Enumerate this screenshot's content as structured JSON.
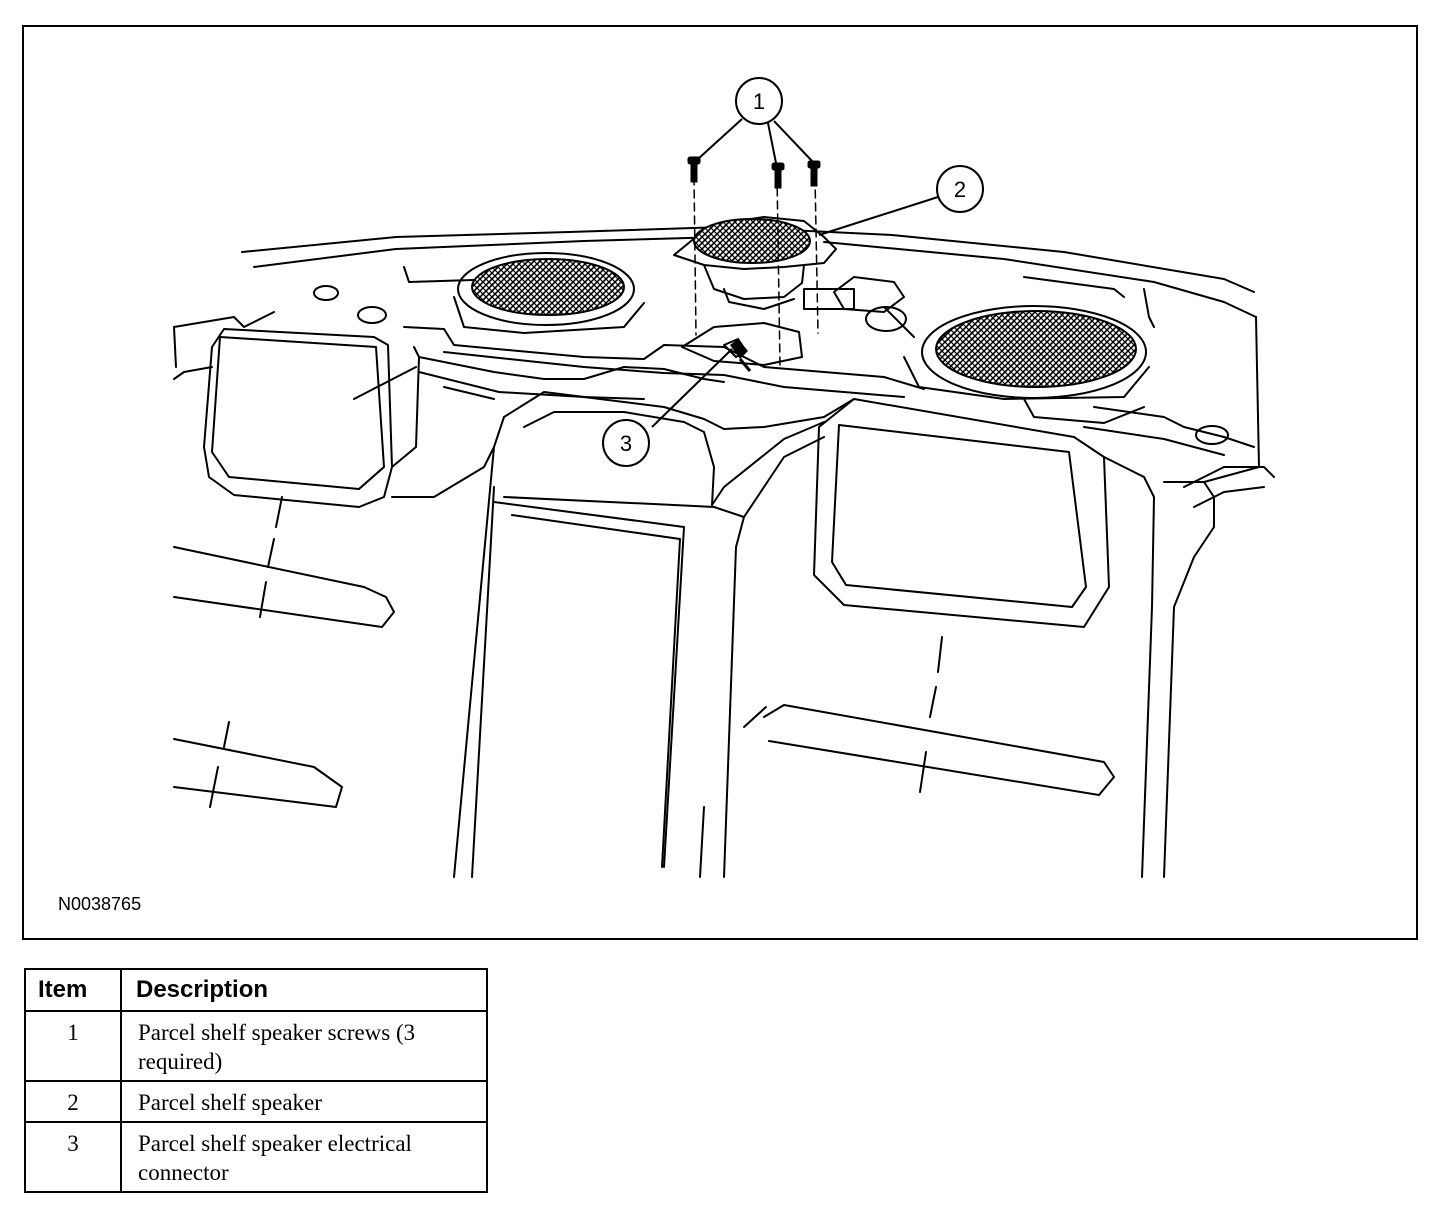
{
  "figure": {
    "id_label": "N0038765",
    "callouts": [
      "1",
      "2",
      "3"
    ]
  },
  "legend": {
    "headers": {
      "item": "Item",
      "description": "Description"
    },
    "rows": [
      {
        "item": "1",
        "description": "Parcel shelf speaker screws (3 required)"
      },
      {
        "item": "2",
        "description": "Parcel shelf speaker"
      },
      {
        "item": "3",
        "description": "Parcel shelf speaker electrical connector"
      }
    ]
  },
  "colors": {
    "ink": "#000000",
    "paper": "#ffffff"
  }
}
